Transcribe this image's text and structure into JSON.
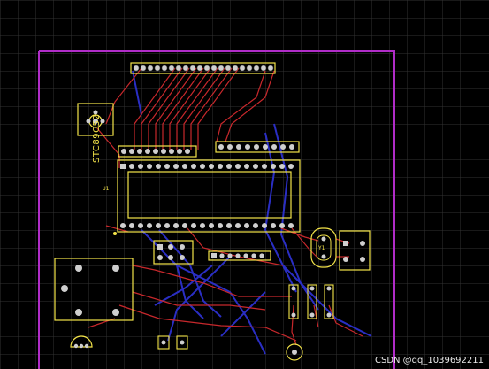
{
  "board": {
    "background": "#000000",
    "grid_color": "#5a5a5a",
    "outline_color": "#b02cc8",
    "silkscreen_color": "#f4e44a",
    "top_trace_color": "#c8282c",
    "bottom_trace_color": "#2a2ec4"
  },
  "components": {
    "chip_label": "STC89C52",
    "mcu_ref": "U1",
    "crystal_ref": "Y1"
  },
  "watermark": "CSDN @qq_1039692211"
}
